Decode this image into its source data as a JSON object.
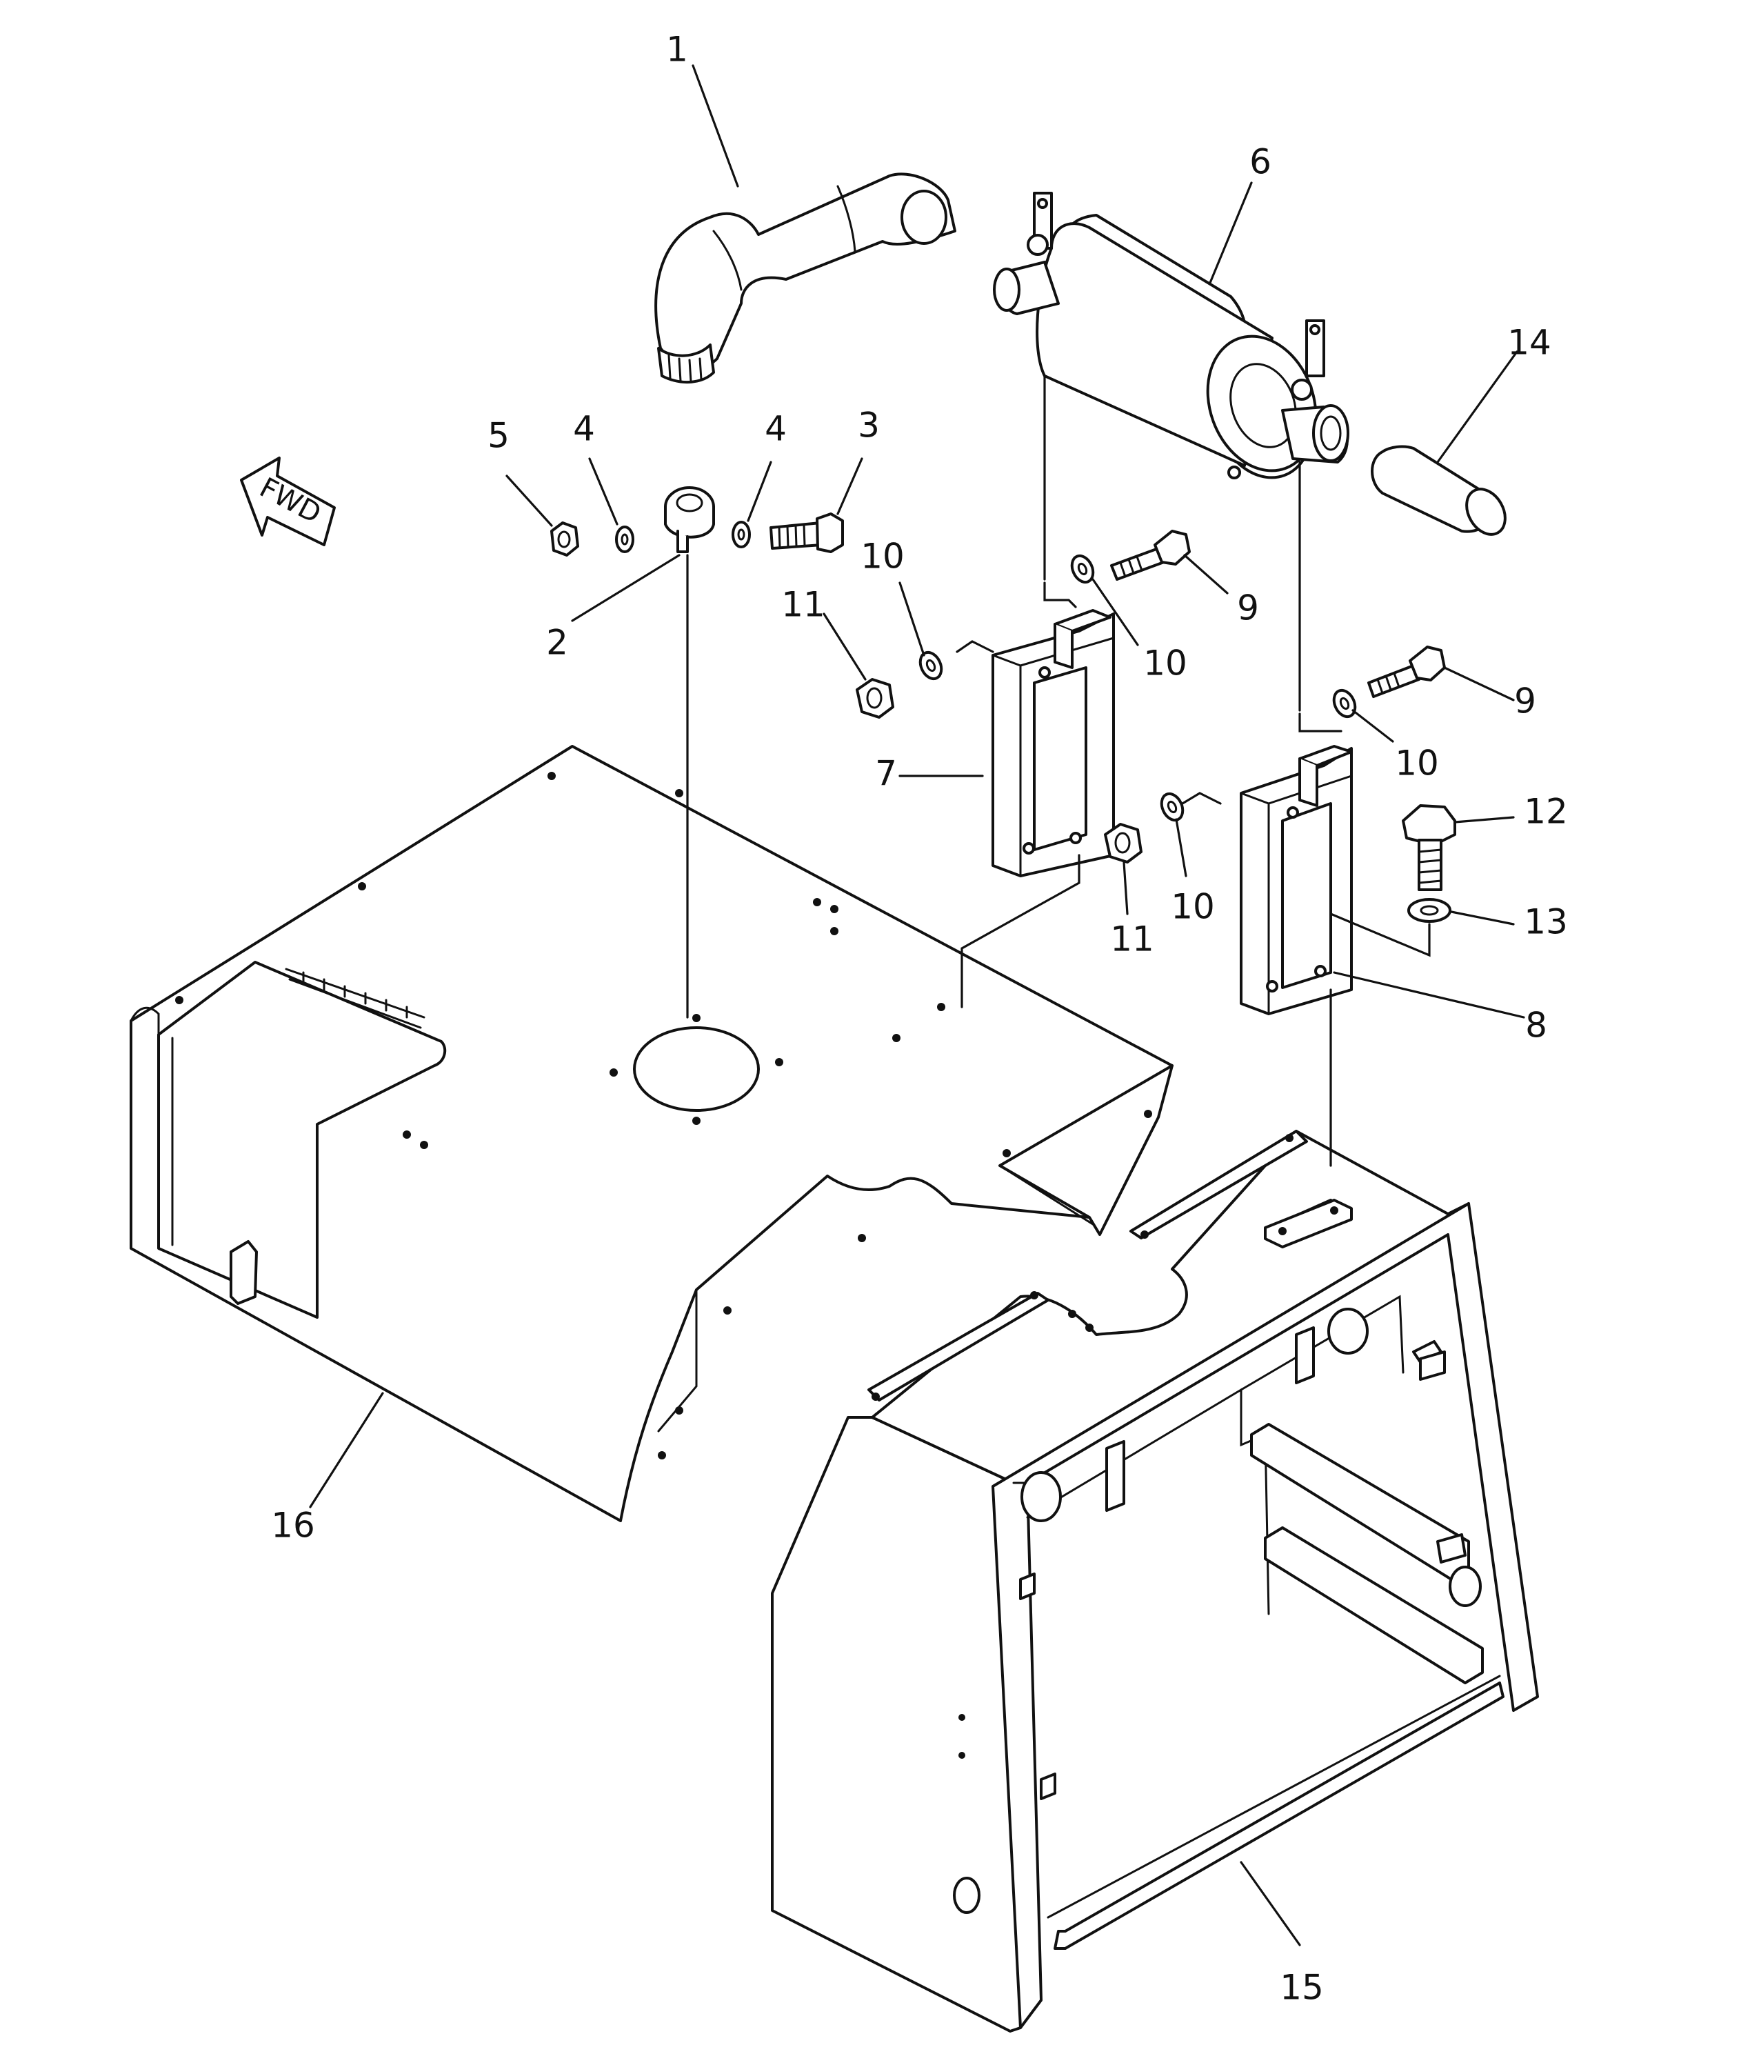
{
  "diagram": {
    "fwd_label": "FWD",
    "callouts": [
      {
        "id": "c1",
        "text": "1"
      },
      {
        "id": "c2",
        "text": "2"
      },
      {
        "id": "c3",
        "text": "3"
      },
      {
        "id": "c4a",
        "text": "4"
      },
      {
        "id": "c4b",
        "text": "4"
      },
      {
        "id": "c5",
        "text": "5"
      },
      {
        "id": "c6",
        "text": "6"
      },
      {
        "id": "c7",
        "text": "7"
      },
      {
        "id": "c8",
        "text": "8"
      },
      {
        "id": "c9a",
        "text": "9"
      },
      {
        "id": "c9b",
        "text": "9"
      },
      {
        "id": "c10a",
        "text": "10"
      },
      {
        "id": "c10b",
        "text": "10"
      },
      {
        "id": "c10c",
        "text": "10"
      },
      {
        "id": "c10d",
        "text": "10"
      },
      {
        "id": "c11a",
        "text": "11"
      },
      {
        "id": "c11b",
        "text": "11"
      },
      {
        "id": "c12",
        "text": "12"
      },
      {
        "id": "c13",
        "text": "13"
      },
      {
        "id": "c14",
        "text": "14"
      },
      {
        "id": "c15",
        "text": "15"
      },
      {
        "id": "c16",
        "text": "16"
      }
    ]
  }
}
